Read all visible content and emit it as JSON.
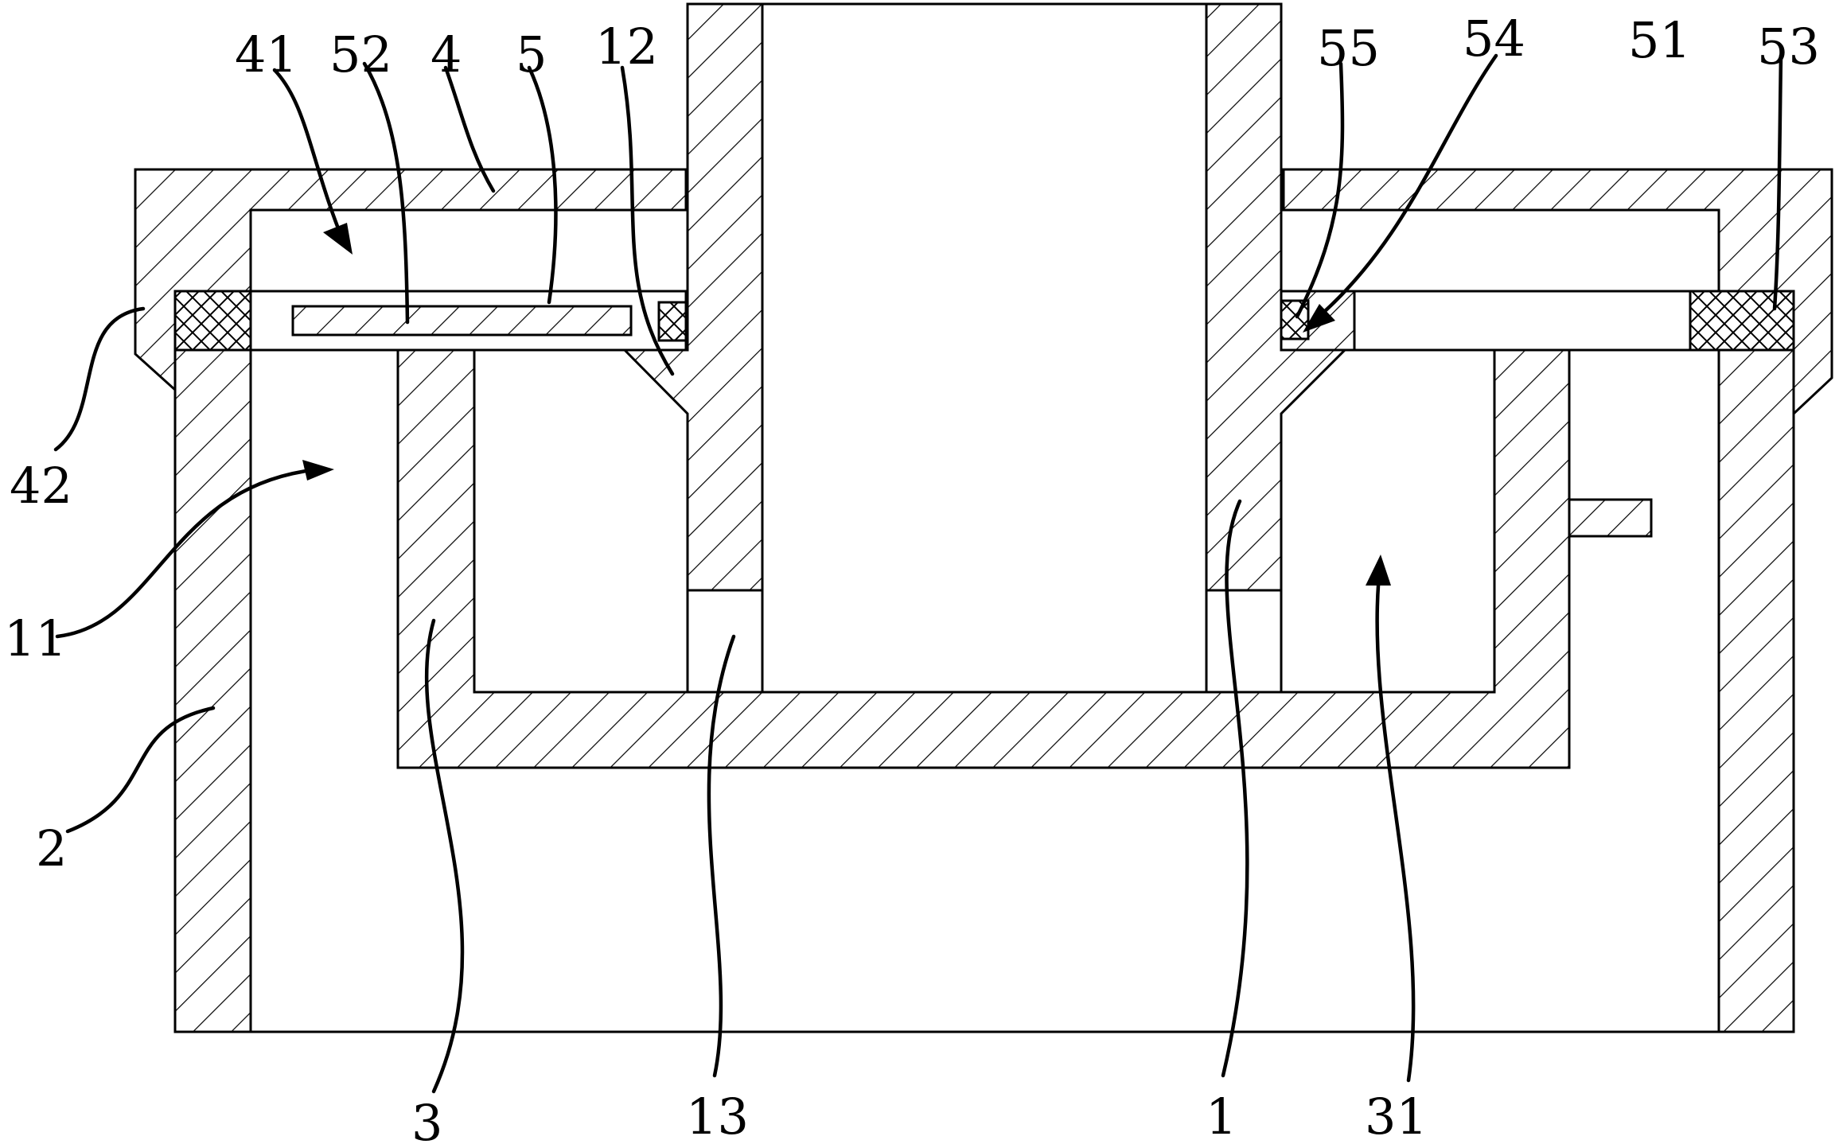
{
  "callouts": [
    {
      "id": "c-41",
      "text": "41"
    },
    {
      "id": "c-52",
      "text": "52"
    },
    {
      "id": "c-4",
      "text": "4"
    },
    {
      "id": "c-5",
      "text": "5"
    },
    {
      "id": "c-12",
      "text": "12"
    },
    {
      "id": "c-55",
      "text": "55"
    },
    {
      "id": "c-54",
      "text": "54"
    },
    {
      "id": "c-51",
      "text": "51"
    },
    {
      "id": "c-53",
      "text": "53"
    },
    {
      "id": "c-42",
      "text": "42"
    },
    {
      "id": "c-11",
      "text": "11"
    },
    {
      "id": "c-2",
      "text": "2"
    },
    {
      "id": "c-3",
      "text": "3"
    },
    {
      "id": "c-13",
      "text": "13"
    },
    {
      "id": "c-1",
      "text": "1"
    },
    {
      "id": "c-31",
      "text": "31"
    }
  ]
}
